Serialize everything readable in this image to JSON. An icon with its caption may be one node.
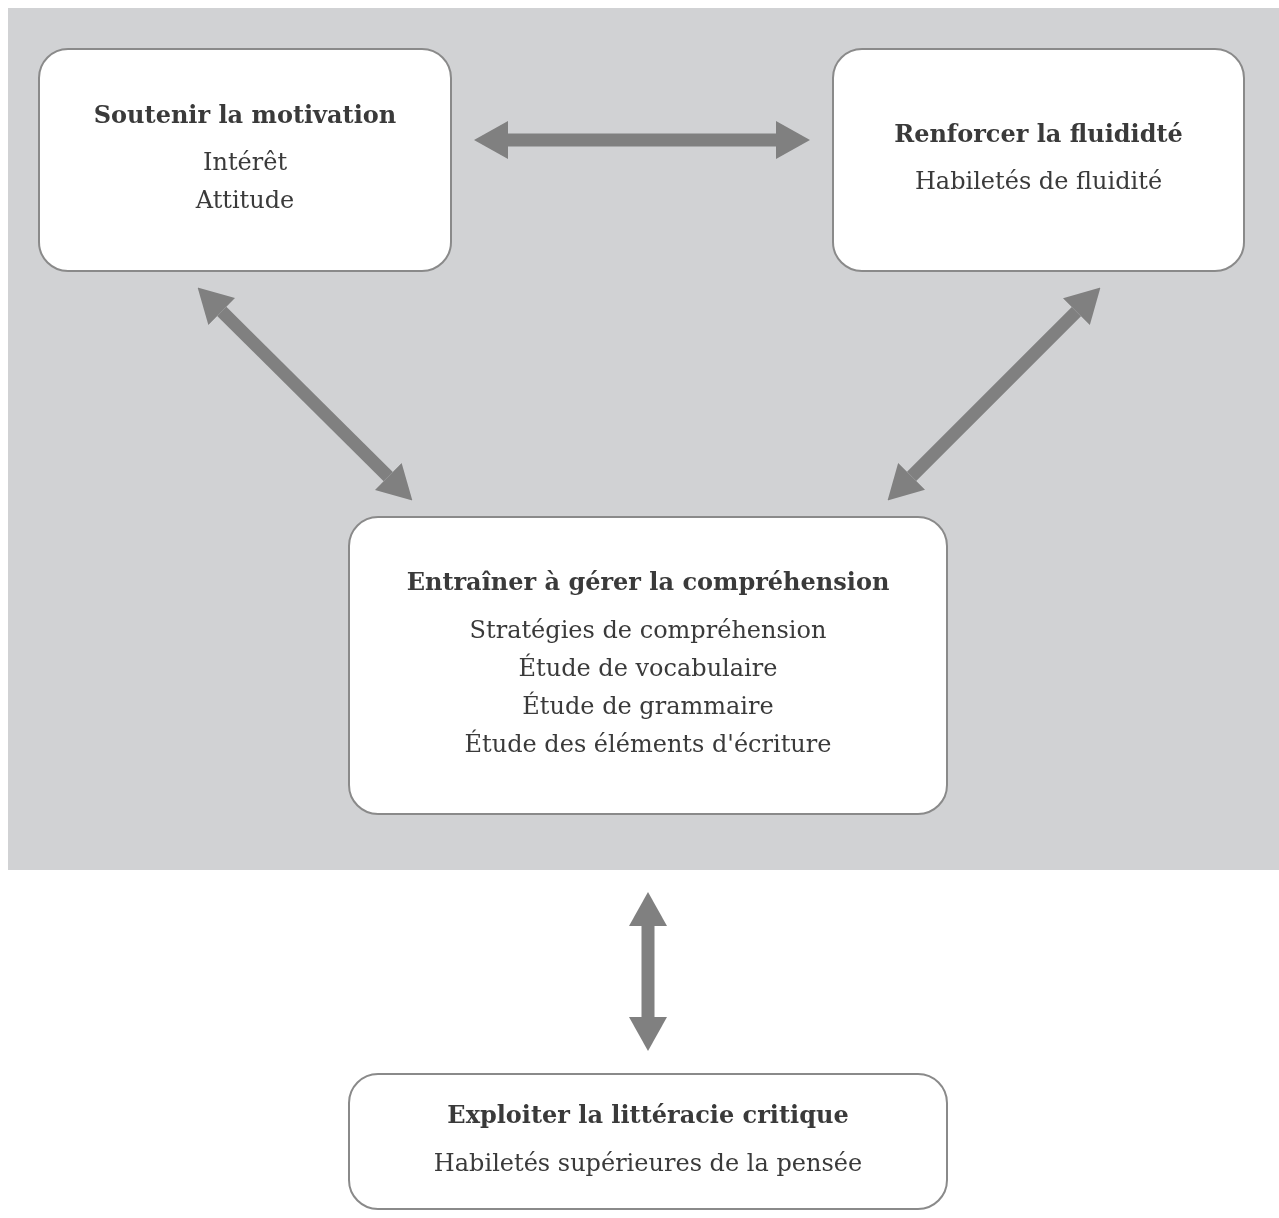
{
  "diagram": {
    "nodes": [
      {
        "text": [],
        "shape": "box"
      },
      {
        "text": [
          "Soutenir la motivation",
          "Intérêt",
          "Attitude"
        ],
        "in": 0
      },
      {
        "text": [
          "Renforcer la fluididté",
          "Habiletés de fluidité"
        ],
        "in": 0
      },
      {
        "text": [
          "Entraîner à gérer la compréhension",
          "Stratégies de compréhension",
          "Étude de vocabulaire",
          "Étude de grammaire",
          "Étude des éléments d'écriture"
        ],
        "in": 0
      },
      {
        "text": [
          "Exploiter la littéracie critique",
          "Habiletés supérieures de la pensée"
        ]
      }
    ],
    "edges": [
      {
        "from": 1,
        "to": 2,
        "arrow": "both"
      },
      {
        "from": 1,
        "to": 3,
        "arrow": "both"
      },
      {
        "from": 2,
        "to": 3,
        "arrow": "both"
      },
      {
        "from": 0,
        "to": 4,
        "arrow": "both"
      }
    ]
  }
}
